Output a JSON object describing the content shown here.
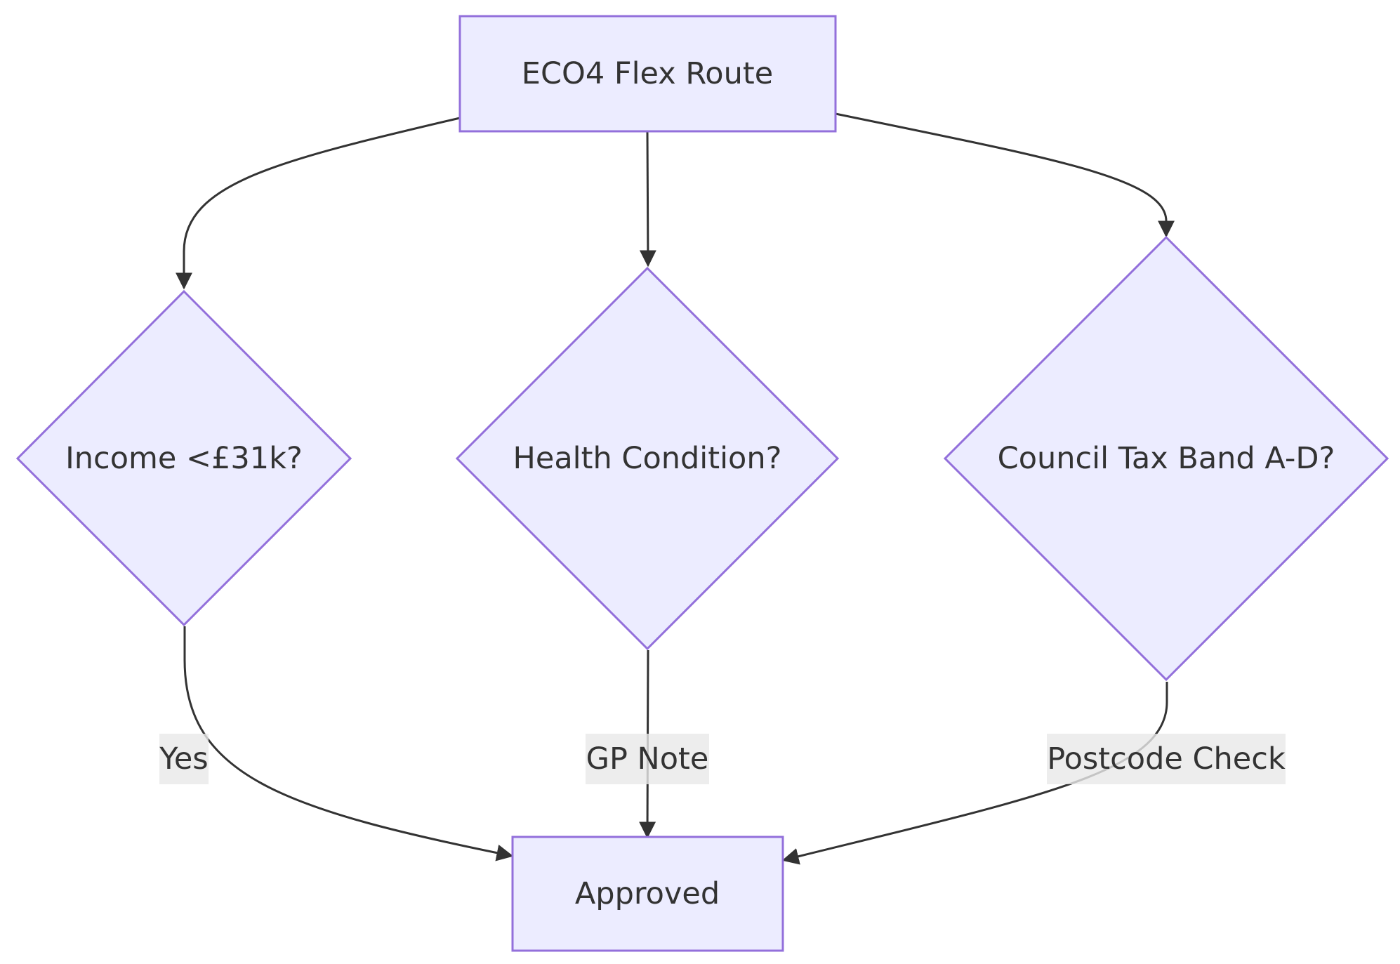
{
  "diagram": {
    "nodes": {
      "start": {
        "label": "ECO4 Flex Route",
        "shape": "rect"
      },
      "income": {
        "label": "Income <£31k?",
        "shape": "diamond"
      },
      "health": {
        "label": "Health Condition?",
        "shape": "diamond"
      },
      "council": {
        "label": "Council Tax Band A-D?",
        "shape": "diamond"
      },
      "approved": {
        "label": "Approved",
        "shape": "rect"
      }
    },
    "edges": {
      "start_income": {
        "from": "start",
        "to": "income",
        "label": ""
      },
      "start_health": {
        "from": "start",
        "to": "health",
        "label": ""
      },
      "start_council": {
        "from": "start",
        "to": "council",
        "label": ""
      },
      "income_approved": {
        "from": "income",
        "to": "approved",
        "label": "Yes"
      },
      "health_approved": {
        "from": "health",
        "to": "approved",
        "label": "GP Note"
      },
      "council_approved": {
        "from": "council",
        "to": "approved",
        "label": "Postcode Check"
      }
    },
    "colors": {
      "node_fill": "#ECECFF",
      "node_stroke": "#9370DB",
      "edge": "#333333",
      "text": "#333333",
      "edge_label_bg": "#E8E8E8"
    }
  }
}
